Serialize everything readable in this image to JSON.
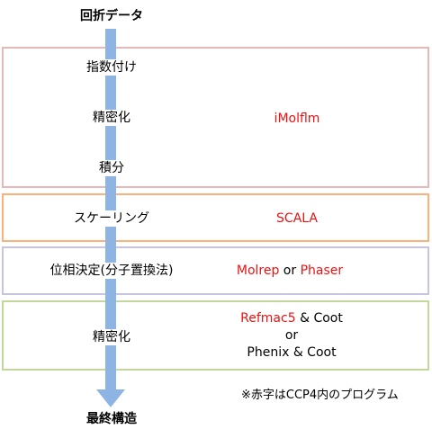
{
  "colors": {
    "arrow": "#8EB4E3",
    "border_indexing": "#E6B9B8",
    "border_scaling": "#F9B27C",
    "border_phasing": "#C9C3DF",
    "border_refine": "#C3D69B",
    "program_red": "#EE1111"
  },
  "flow": {
    "start": "回折データ",
    "end": "最終構造"
  },
  "stages": {
    "indexing": {
      "steps": [
        "指数付け",
        "精密化",
        "積分"
      ],
      "program": "iMolflm"
    },
    "scaling": {
      "step": "スケーリング",
      "program": "SCALA"
    },
    "phasing": {
      "step": "位相決定(分子置換法)",
      "program_a": "Molrep",
      "connector": " or ",
      "program_b": "Phaser"
    },
    "refine": {
      "step": "精密化",
      "line1_program": "Refmac5",
      "line1_rest": " & Coot",
      "line2": "or",
      "line3": "Phenix & Coot"
    }
  },
  "note": "※赤字はCCP4内のプログラム"
}
